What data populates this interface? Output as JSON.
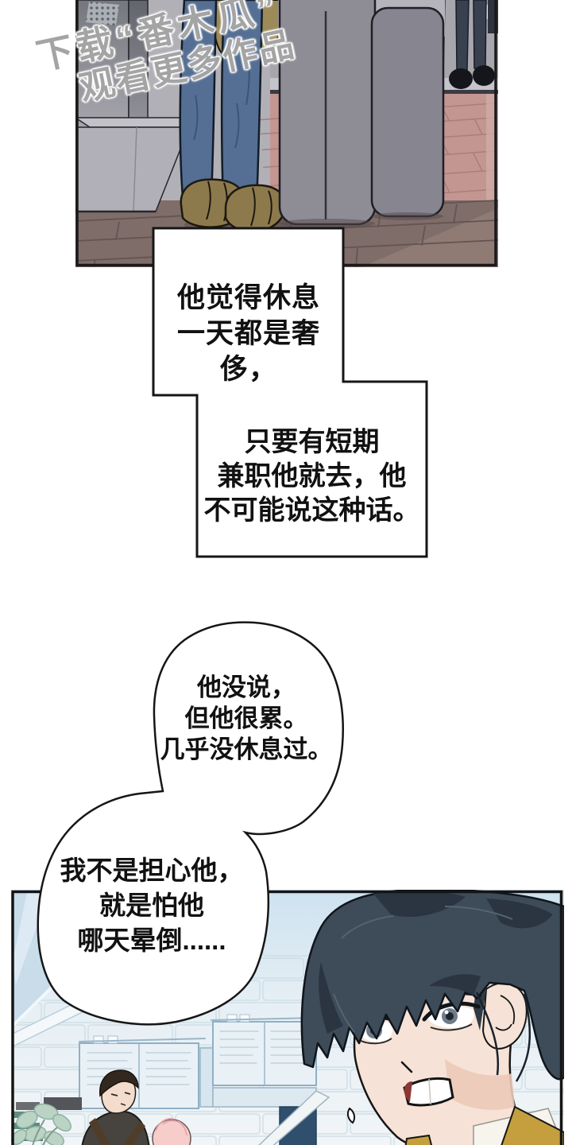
{
  "watermark": {
    "line1": "下载“番木瓜”",
    "line2": "观看更多作品"
  },
  "narration": {
    "box1": {
      "line1": "他觉得休息",
      "line2": "一天都是奢侈，"
    },
    "box2": {
      "line1": "只要有短期",
      "line2": "兼职他就去，他",
      "line3": "不可能说这种话。"
    }
  },
  "bubbles": {
    "bubble1": {
      "line1": "他没说，",
      "line2": "但他很累。",
      "line3": "几乎没休息过。"
    },
    "bubble2": {
      "line1": "我不是担心他，",
      "line2": "就是怕他",
      "line3": "哪天晕倒......"
    }
  },
  "colors": {
    "ink": "#161616",
    "paper": "#ffffff",
    "skin": "#f6e2d6",
    "hair": "#3e4b58",
    "hair-dark": "#2a3541",
    "denim": "#546f93",
    "coat": "#9c8a58",
    "shoe": "#8d7a4c",
    "stone-a": "#b2b0b7",
    "stone-b": "#8e8d96",
    "stone-c": "#868590",
    "pink-brick": "#c39692",
    "floor": "#7f6d6a",
    "ground": "#a8a6ad",
    "glass": "#c8dcea",
    "collar": "#c59f3e",
    "apron": "#4f3d2a",
    "menu-board": "#e9f1f6",
    "menu-line": "#8fb0c6",
    "plant": "#bad3c5"
  }
}
